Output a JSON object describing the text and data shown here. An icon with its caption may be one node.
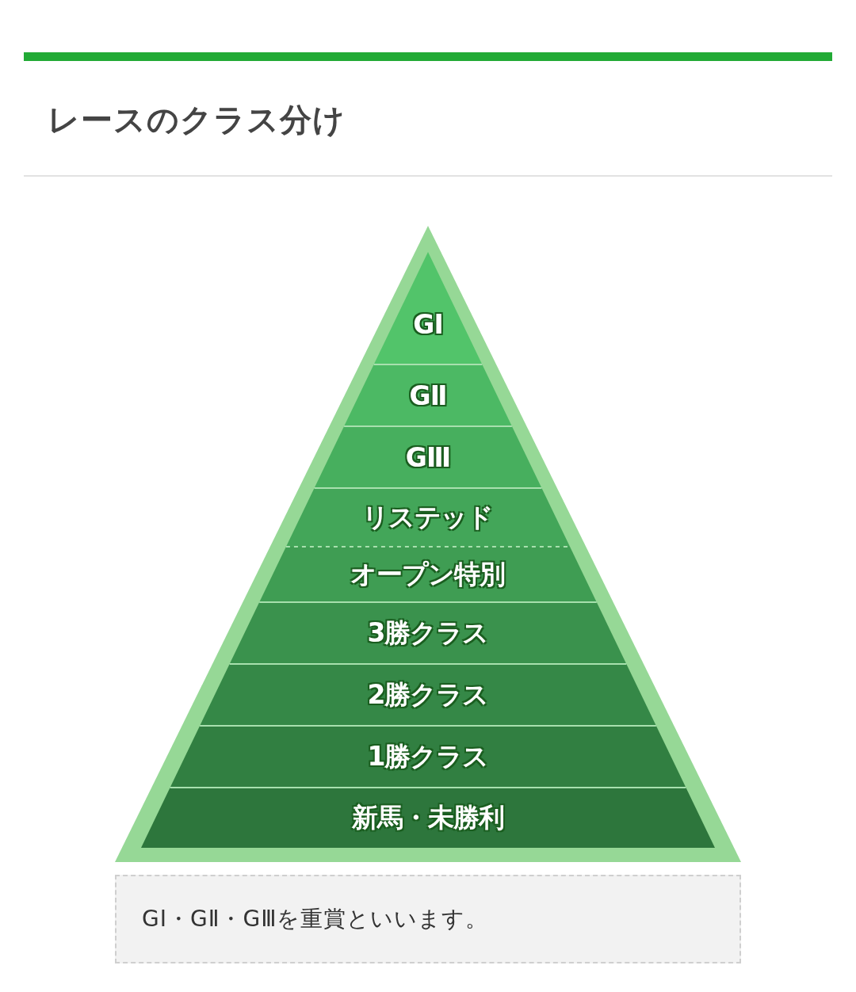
{
  "diagram": {
    "title": "レースのクラス分け",
    "nodes": [
      {
        "text": [
          "GⅠ"
        ]
      },
      {
        "text": [
          "GⅡ"
        ]
      },
      {
        "text": [
          "GⅢ"
        ]
      },
      {
        "text": [
          "リステッド"
        ]
      },
      {
        "text": [
          "オープン特別"
        ]
      },
      {
        "text": [
          "3勝クラス"
        ]
      },
      {
        "text": [
          "2勝クラス"
        ]
      },
      {
        "text": [
          "1勝クラス"
        ]
      },
      {
        "text": [
          "新馬・未勝利"
        ]
      },
      {
        "text": [
          "GⅠ・GⅡ・GⅢを重賞といいます。"
        ]
      }
    ],
    "edges": []
  }
}
